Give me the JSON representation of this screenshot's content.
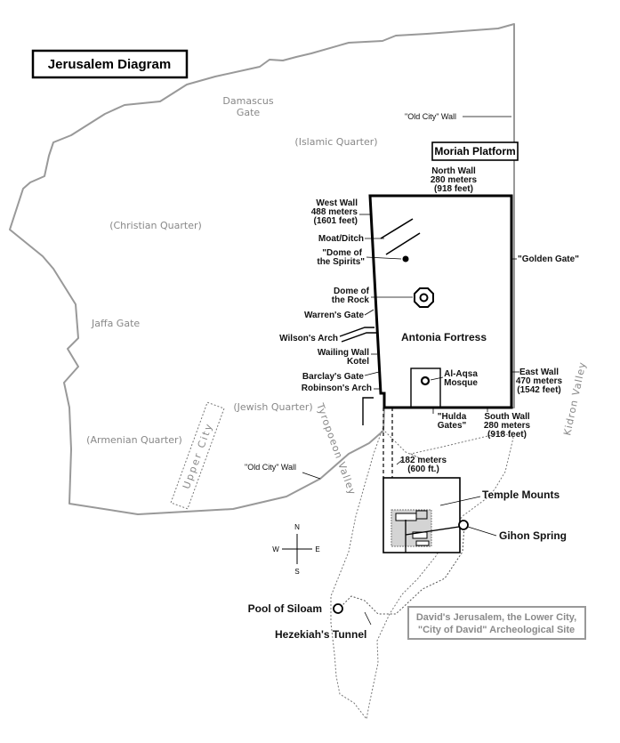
{
  "title": "Jerusalem Diagram",
  "quarters": {
    "islamic": "(Islamic Quarter)",
    "christian": "(Christian Quarter)",
    "jewish": "(Jewish Quarter)",
    "armenian": "(Armenian Quarter)"
  },
  "gates": {
    "damascus_1": "Damascus",
    "damascus_2": "Gate",
    "jaffa": "Jaffa Gate"
  },
  "walls": {
    "old_city_top": "\"Old City\" Wall",
    "old_city_bottom": "\"Old City\" Wall"
  },
  "upper_city": "Upper City",
  "valleys": {
    "tyropoeon": "Tyropoeon Valley",
    "kidron": "Kidron Valley"
  },
  "platform": {
    "box_label": "Moriah Platform",
    "center_label": "Antonia Fortress",
    "north_wall": [
      "North Wall",
      "280 meters",
      "(918 feet)"
    ],
    "west_wall": [
      "West Wall",
      "488 meters",
      "(1601 feet)"
    ],
    "east_wall": [
      "East Wall",
      "470 meters",
      "(1542 feet)"
    ],
    "south_wall": [
      "South Wall",
      "280 meters",
      "(918 feet)"
    ],
    "moat": "Moat/Ditch",
    "dome_spirits": [
      "\"Dome of",
      "the Spirits\""
    ],
    "dome_rock": [
      "Dome of",
      "the Rock"
    ],
    "warrens_gate": "Warren's Gate",
    "wilsons_arch": "Wilson's Arch",
    "wailing_wall": [
      "Wailing Wall",
      "Kotel"
    ],
    "barclays_gate": "Barclay's Gate",
    "robinsons_arch": "Robinson's Arch",
    "golden_gate": "\"Golden Gate\"",
    "al_aqsa": [
      "Al-Aqsa",
      "Mosque"
    ],
    "hulda_gates": [
      "\"Hulda",
      "Gates\""
    ]
  },
  "lower_city": {
    "distance": [
      "182 meters",
      "(600 ft.)"
    ],
    "temple_mounts": "Temple Mounts",
    "gihon_spring": "Gihon Spring",
    "pool_siloam": "Pool of Siloam",
    "hezekiah_tunnel": "Hezekiah's Tunnel",
    "note": [
      "David's Jerusalem, the Lower City,",
      "\"City of David\" Archeological Site"
    ]
  },
  "compass": {
    "n": "N",
    "s": "S",
    "e": "E",
    "w": "W"
  }
}
